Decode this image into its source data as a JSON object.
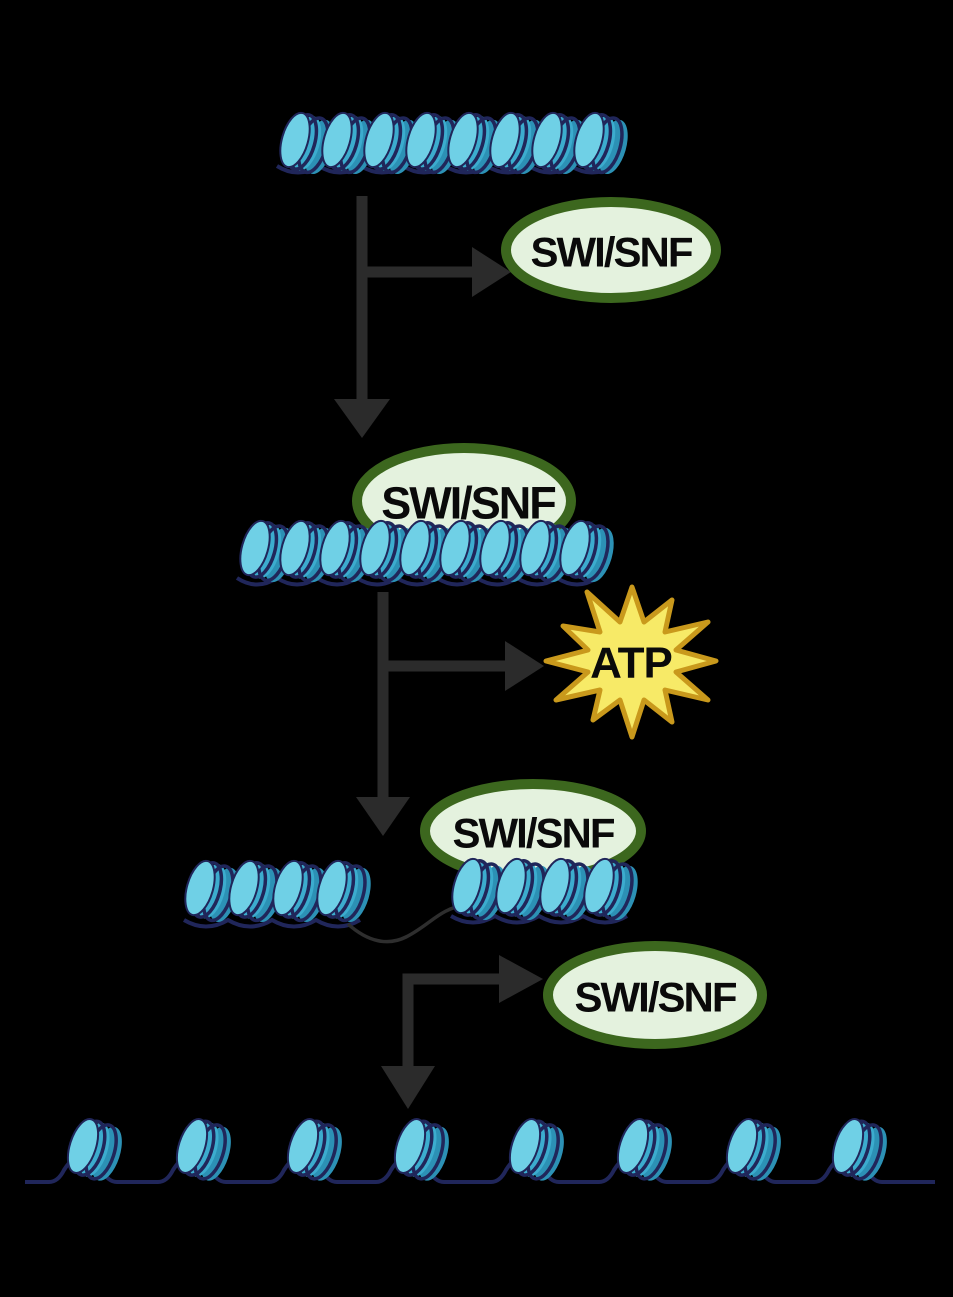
{
  "diagram": {
    "labels": {
      "swisnf_1": "SWI/SNF",
      "swisnf_2": "SWI/SNF",
      "swisnf_3": "SWI/SNF",
      "swisnf_4": "SWI/SNF",
      "atp": "ATP"
    },
    "icons": {
      "nucleosome": "nucleosome-disc",
      "atp_burst": "starburst",
      "enzyme": "ellipse-badge",
      "arrow": "elbow-arrow"
    },
    "colors": {
      "background": "#000000",
      "arrow": "#2b2b2b",
      "ellipse_fill": "#e4f2de",
      "ellipse_border": "#3c671e",
      "star_fill": "#f7ea67",
      "star_border": "#c9991c",
      "nucleosome_face": "#6fd0e6",
      "nucleosome_body": "#3cacce",
      "nucleosome_dark": "#2c91b5",
      "dna": "#20265a",
      "linker": "#2e2e2e",
      "label_text": "#0a0a0a"
    }
  }
}
